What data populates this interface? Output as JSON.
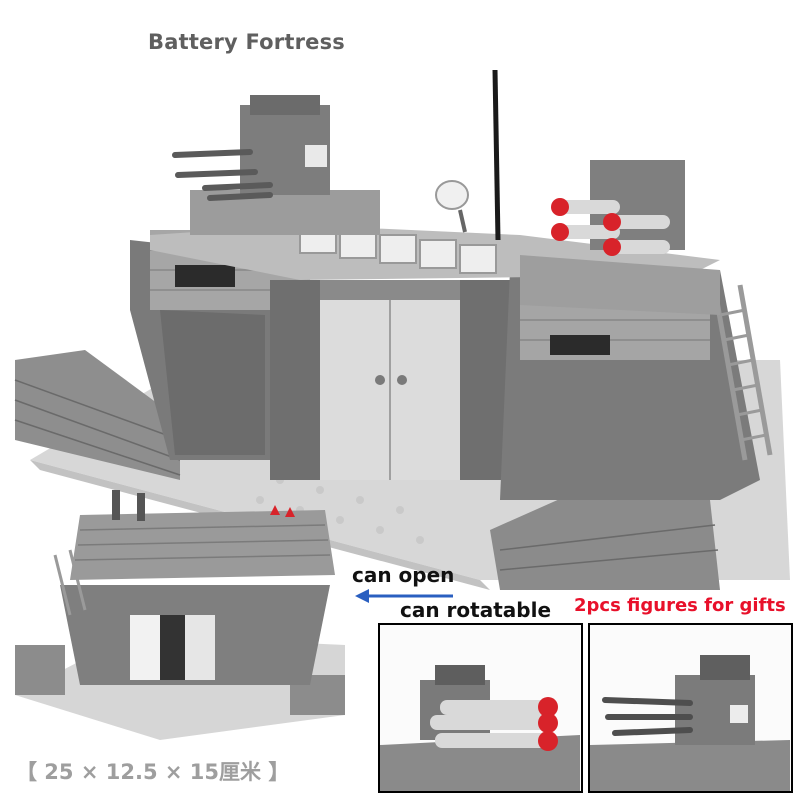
{
  "title": "Battery Fortress",
  "labels": {
    "can_open": "can open",
    "can_rotatable": "can rotatable",
    "gifts": "2pcs figures for gifts"
  },
  "dimensions": "【 25 × 12.5 × 15厘米 】",
  "colors": {
    "brick_dark": "#6f6f6f",
    "brick_mid": "#8c8c8c",
    "brick_light": "#b9b9b9",
    "baseplate": "#d6d6d6",
    "missile_red": "#d8232a",
    "arrow_blue": "#2a5fc0",
    "gift_red": "#e8102a"
  }
}
